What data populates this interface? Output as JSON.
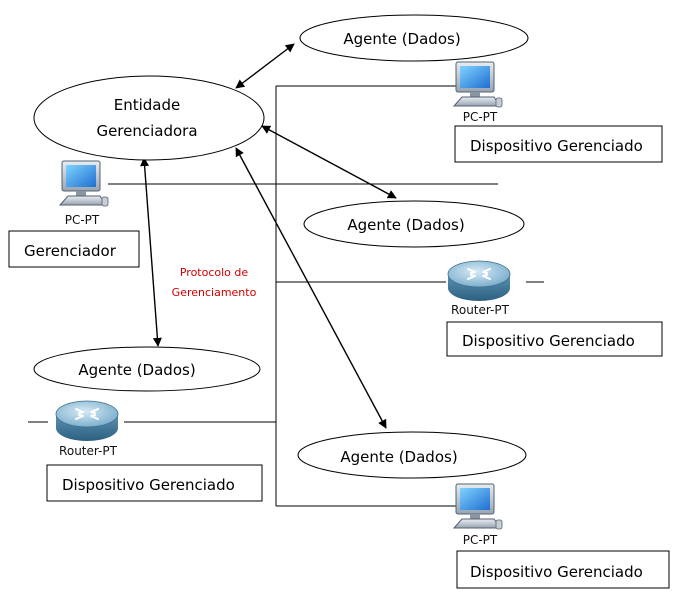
{
  "manager_entity": {
    "line1": "Entidade",
    "line2": "Gerenciadora"
  },
  "manager_pc": {
    "label": "PC-PT",
    "caption": "Gerenciador"
  },
  "protocol": {
    "line1": "Protocolo de",
    "line2": "Gerenciamento",
    "color": "#d00000"
  },
  "agent_label": "Agente (Dados)",
  "managed_caption": "Dispositivo Gerenciado",
  "device_labels": {
    "pc": "PC-PT",
    "router": "Router-PT"
  },
  "agents": [
    {
      "label": "Agente (Dados)"
    },
    {
      "label": "Agente (Dados)"
    },
    {
      "label": "Agente (Dados)"
    },
    {
      "label": "Agente (Dados)"
    }
  ],
  "managed_devices": [
    {
      "type": "pc-icon",
      "label": "PC-PT",
      "caption": "Dispositivo Gerenciado"
    },
    {
      "type": "router-icon",
      "label": "Router-PT",
      "caption": "Dispositivo Gerenciado"
    },
    {
      "type": "router-icon",
      "label": "Router-PT",
      "caption": "Dispositivo Gerenciado"
    },
    {
      "type": "pc-icon",
      "label": "PC-PT",
      "caption": "Dispositivo Gerenciado"
    }
  ]
}
